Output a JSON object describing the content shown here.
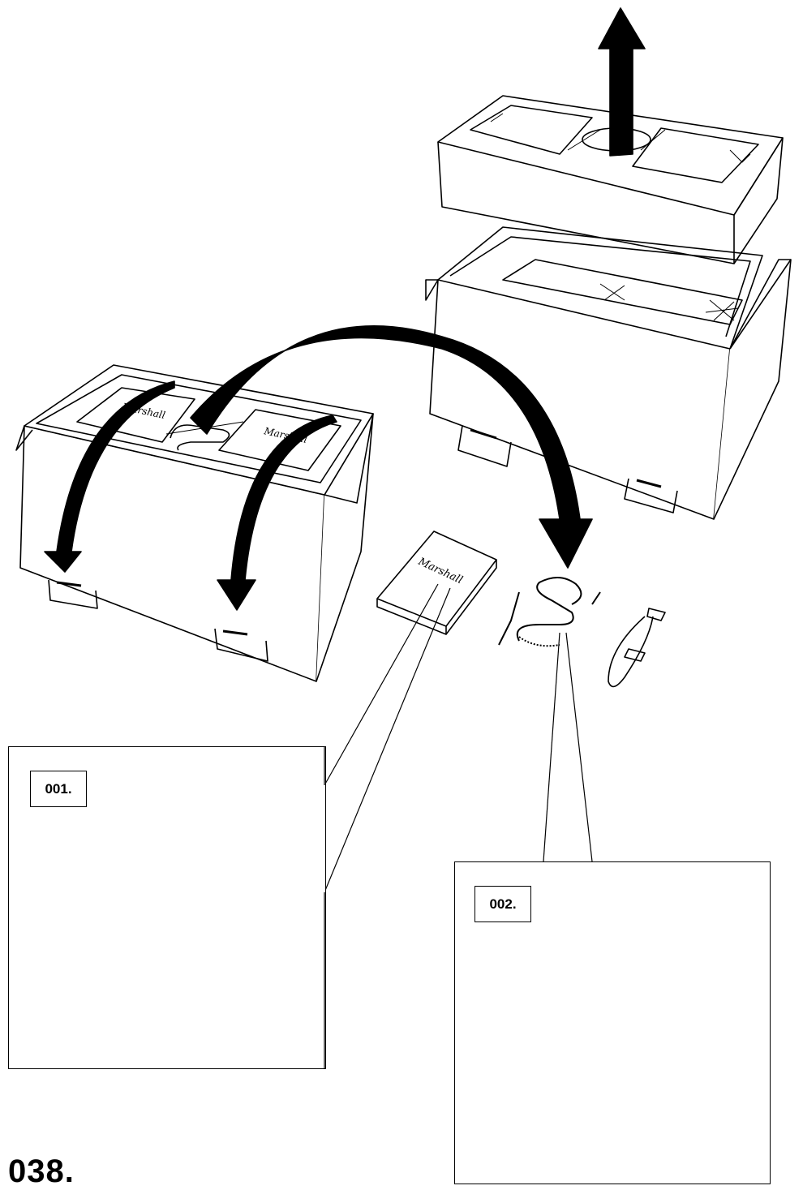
{
  "page": {
    "number": "038."
  },
  "callouts": [
    {
      "id": "001",
      "label": "001."
    },
    {
      "id": "002",
      "label": "002."
    }
  ],
  "brand": {
    "logo_text": "Marshall"
  },
  "icons": [
    "arrow-up-icon",
    "curved-arrow-icon",
    "box-icon",
    "manual-icon",
    "coiled-cable-icon",
    "usb-cable-icon"
  ]
}
